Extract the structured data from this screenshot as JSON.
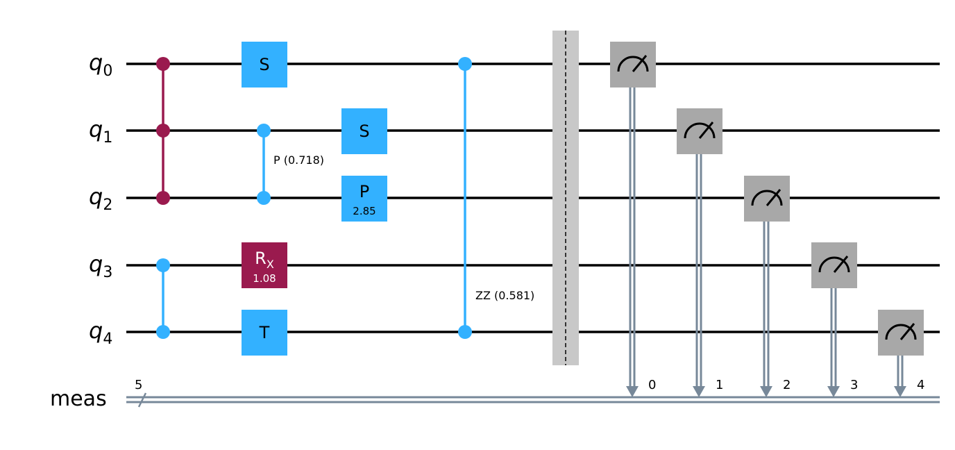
{
  "qubits": [
    {
      "name": "q",
      "sub": "0"
    },
    {
      "name": "q",
      "sub": "1"
    },
    {
      "name": "q",
      "sub": "2"
    },
    {
      "name": "q",
      "sub": "3"
    },
    {
      "name": "q",
      "sub": "4"
    }
  ],
  "classical": {
    "name": "meas",
    "width": "5",
    "bits": [
      "0",
      "1",
      "2",
      "3",
      "4"
    ]
  },
  "gates": {
    "s_q0": "S",
    "s_q1": "S",
    "p_q2": {
      "name": "P",
      "param": "2.85"
    },
    "rx_q3": {
      "name": "R",
      "sub": "X",
      "param": "1.08"
    },
    "t_q4": "T",
    "cp_label": "P (0.718)",
    "zz_label": "ZZ (0.581)"
  },
  "colors": {
    "wire": "#000000",
    "classical_wire": "#778899",
    "cz": "#9a1a4e",
    "clifford": "#33b1ff",
    "rx": "#9a1a4e",
    "measure": "#a8a8a8",
    "barrier": "#c8c8c8"
  },
  "icons": [
    "meter-icon",
    "arrow-down-icon"
  ]
}
